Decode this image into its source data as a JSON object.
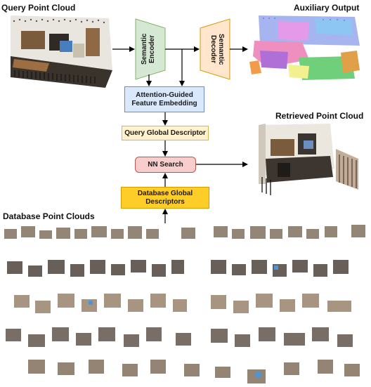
{
  "labels": {
    "query_cloud": "Query Point Cloud",
    "auxiliary": "Auxiliary Output",
    "retrieved": "Retrieved Point Cloud",
    "database_clouds": "Database Point Clouds"
  },
  "blocks": {
    "encoder": "Semantic Encoder",
    "decoder": "Semantic Decoder",
    "attention": "Attention-Guided Feature Embedding",
    "query_desc": "Query Global Descriptor",
    "nn_search": "NN Search",
    "db_desc": "Database Global Descriptors"
  },
  "colors": {
    "encoder_fill": "#d5e8d4",
    "encoder_stroke": "#82b366",
    "decoder_fill": "#ffe6cc",
    "decoder_stroke": "#d79b00",
    "attention_fill": "#dae8fc",
    "attention_stroke": "#6c8ebf",
    "query_desc_fill": "#fff2cc",
    "query_desc_stroke": "#d6b656",
    "nn_fill": "#f8cecc",
    "nn_stroke": "#b85450",
    "db_fill": "#ffcd28",
    "db_stroke": "#d79b00"
  }
}
